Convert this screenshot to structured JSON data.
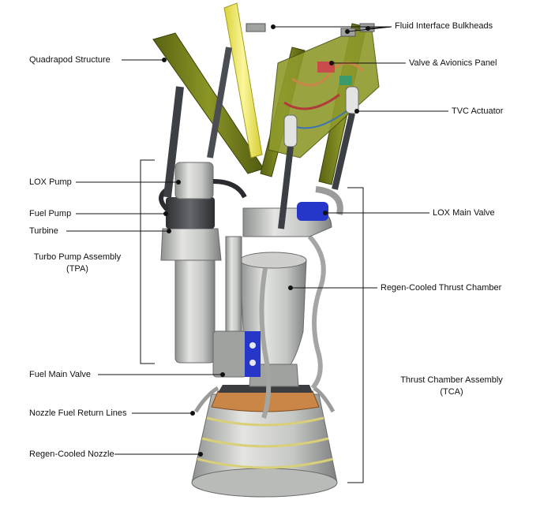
{
  "labels": {
    "quadrapod": "Quadrapod Structure",
    "lox_pump": "LOX Pump",
    "fuel_pump": "Fuel Pump",
    "turbine": "Turbine",
    "tpa_line1": "Turbo Pump Assembly",
    "tpa_line2": "(TPA)",
    "fuel_main_valve": "Fuel Main Valve",
    "nozzle_return": "Nozzle Fuel Return Lines",
    "regen_nozzle": "Regen-Cooled Nozzle",
    "fluid_bulkheads": "Fluid Interface Bulkheads",
    "valve_avionics": "Valve & Avionics Panel",
    "tvc_actuator": "TVC Actuator",
    "lox_main_valve": "LOX Main Valve",
    "regen_chamber": "Regen-Cooled Thrust Chamber",
    "tca_line1": "Thrust Chamber Assembly",
    "tca_line2": "(TCA)"
  },
  "colors": {
    "frame_olive": "#6f7a1d",
    "frame_yellow": "#f4ee4e",
    "metal_light": "#d9d9d6",
    "metal_mid": "#b7b9b6",
    "metal_dark": "#4a4d52",
    "copper": "#c98646",
    "valve_blue": "#2536c9",
    "nozzle_band": "#d8cf77"
  }
}
